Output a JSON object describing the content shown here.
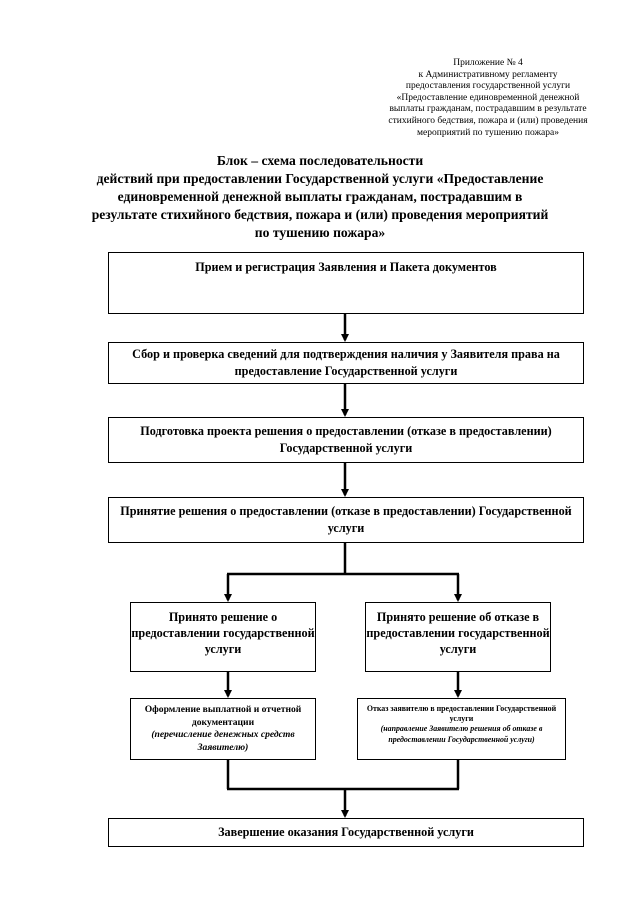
{
  "appendix": {
    "lines": [
      "Приложение № 4",
      "к Административному регламенту",
      "предоставления государственной услуги",
      "«Предоставление единовременной денежной",
      "выплаты гражданам, пострадавшим в результате",
      "стихийного бедствия, пожара и (или) проведения",
      "мероприятий по тушению пожара»"
    ]
  },
  "title": {
    "lines": [
      "Блок – схема последовательности",
      "действий при предоставлении Государственной услуги «Предоставление",
      "единовременной денежной выплаты гражданам, пострадавшим в",
      "результате стихийного бедствия, пожара и (или) проведения мероприятий",
      "по тушению пожара»"
    ]
  },
  "steps": {
    "receive": "Прием и регистрация Заявления и Пакета документов",
    "collect": "Сбор и проверка сведений для подтверждения наличия у Заявителя права на предоставление Государственной услуги",
    "prepare": "Подготовка проекта решения о предоставлении (отказе в предоставлении) Государственной услуги",
    "decide": "Принятие решения о предоставлении (отказе в предоставлении) Государственной услуги",
    "approved": "Принято решение о предоставлении государственной услуги",
    "refused": "Принято решение об отказе в предоставлении государственной услуги",
    "payment_main": "Оформление выплатной и отчетной документации",
    "payment_note": "(перечисление денежных средств Заявителю)",
    "refusal_main": "Отказ заявителю в предоставлении Государственной услуги",
    "refusal_note": "(направление Заявителю решения об отказе в предоставлении Государственной услуги)",
    "finish": "Завершение оказания Государственной услуги"
  }
}
